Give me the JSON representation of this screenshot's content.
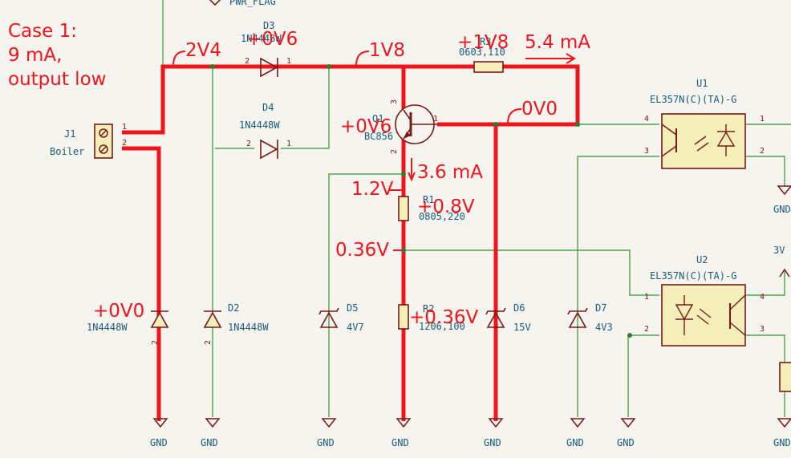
{
  "case_note": {
    "line1": "Case 1:",
    "line2": "9 mA,",
    "line3": "output low"
  },
  "connector": {
    "ref": "J1",
    "value": "Boiler",
    "pin1": "1",
    "pin2": "2"
  },
  "flag": {
    "label": "PWR_FLAG"
  },
  "components": {
    "d3": {
      "ref": "D3",
      "value": "1N4448W",
      "pin1": "1",
      "pin2": "2"
    },
    "d4": {
      "ref": "D4",
      "value": "1N4448W",
      "pin1": "1",
      "pin2": "2"
    },
    "r3": {
      "ref": "R3",
      "value": "0603,110"
    },
    "q1": {
      "ref": "Q1",
      "value": "BC856",
      "pin1": "1",
      "pin2": "2",
      "pin3": "3"
    },
    "r1": {
      "ref": "R1",
      "value": "0805,220"
    },
    "r2": {
      "ref": "R2",
      "value": "1206,100"
    },
    "d1": {
      "value": "1N4448W",
      "pin": "2"
    },
    "d2": {
      "ref": "D2",
      "value": "1N4448W",
      "pin": "2"
    },
    "d5": {
      "ref": "D5",
      "value": "4V7"
    },
    "d6": {
      "ref": "D6",
      "value": "15V"
    },
    "d7": {
      "ref": "D7",
      "value": "4V3"
    },
    "u1": {
      "ref": "U1",
      "value": "EL357N(C)(TA)-G",
      "pin1": "1",
      "pin2": "2",
      "pin3": "3",
      "pin4": "4"
    },
    "u2": {
      "ref": "U2",
      "value": "EL357N(C)(TA)-G",
      "pin1": "1",
      "pin2": "2",
      "pin3": "3",
      "pin4": "4"
    }
  },
  "power": {
    "gnd": "GND",
    "rail_3v": "3V"
  },
  "annotations": {
    "v_2v4": "2V4",
    "v_d3": "+0V6",
    "v_1v8": "1V8",
    "v_r3": "+1V8",
    "i_r3": "5.4 mA",
    "v_0v0_top": "0V0",
    "v_q1": "+0V6",
    "i_q1": "3.6 mA",
    "v_1v2": "1.2V",
    "v_r1": "+0.8V",
    "v_036": "0.36V",
    "v_d1": "+0V0",
    "v_r2": "+0.36V"
  }
}
